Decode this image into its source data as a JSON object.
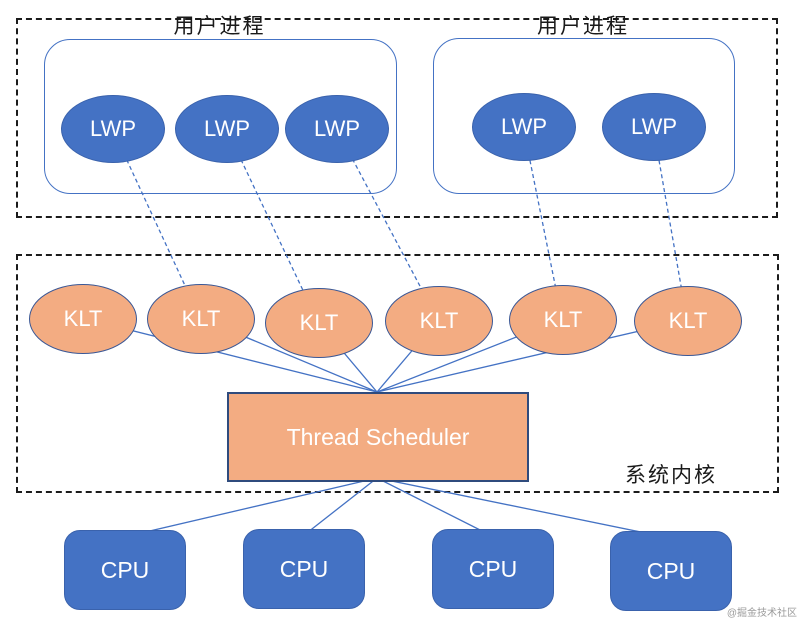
{
  "diagram": {
    "user_space": {
      "processes": [
        {
          "title": "用户进程",
          "threads": [
            "LWP",
            "LWP",
            "LWP"
          ]
        },
        {
          "title": "用户进程",
          "threads": [
            "LWP",
            "LWP"
          ]
        }
      ]
    },
    "kernel": {
      "label": "系统内核",
      "klt_label": "KLT",
      "klt_count": 6,
      "scheduler_label": "Thread Scheduler"
    },
    "cpu_label": "CPU",
    "cpu_count": 4,
    "watermark": "@掘金技术社区"
  },
  "colors": {
    "node_blue": "#4472C4",
    "node_blue_border": "#3A62AC",
    "node_orange": "#F3AC82",
    "klt_border": "#3A5795",
    "scheduler_border": "#2F4B7D",
    "connector_blue": "#4472C4",
    "region_border": "#1b1b1b",
    "text_dark": "#1a1a1a",
    "text_light": "#ffffff"
  }
}
